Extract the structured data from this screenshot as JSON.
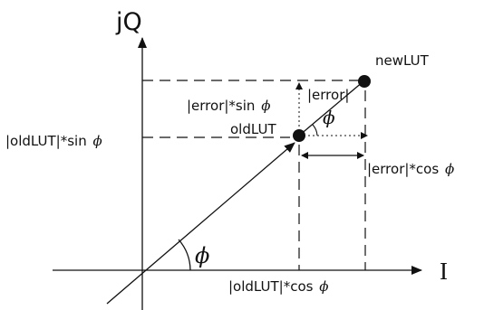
{
  "axes": {
    "vertical_label": "jQ",
    "horizontal_label": "I"
  },
  "points": {
    "old": "oldLUT",
    "new": "newLUT"
  },
  "labels": {
    "error": "|error|",
    "error_sin": "|error|*sin",
    "error_cos": "|error|*cos",
    "old_sin": "|oldLUT|*sin",
    "old_cos": "|oldLUT|*cos"
  },
  "symbols": {
    "phi": "ϕ"
  }
}
